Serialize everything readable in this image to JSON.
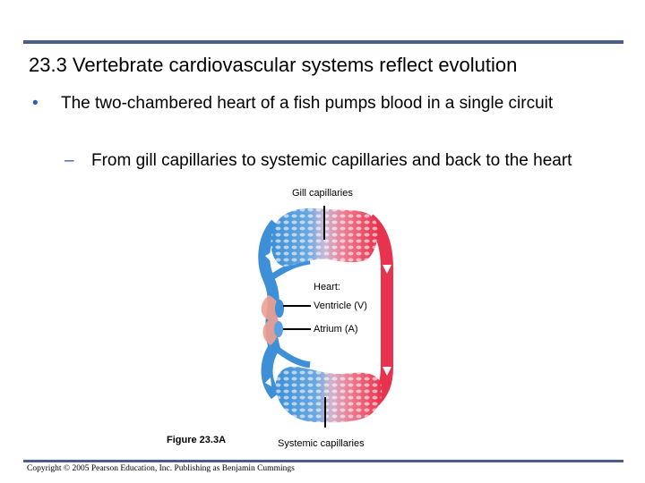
{
  "slide": {
    "title": "23.3 Vertebrate cardiovascular systems reflect evolution",
    "bullet_mark": "•",
    "bullet_text": "The two-chambered heart of a fish pumps blood in a single circuit",
    "sub_mark": "–",
    "sub_text": "From gill capillaries to systemic capillaries and back to the heart"
  },
  "diagram": {
    "labels": {
      "gill": "Gill capillaries",
      "heart": "Heart:",
      "ventricle": "Ventricle (V)",
      "atrium": "Atrium (A)",
      "systemic": "Systemic capillaries"
    },
    "colors": {
      "oxygenated": "#e8334f",
      "deoxygenated": "#3d8fd8",
      "capillary_mid": "#c9b8d6",
      "heart_tissue": "#f0a090"
    },
    "figure_label": "Figure 23.3A"
  },
  "footer": {
    "copyright": "Copyright © 2005 Pearson Education, Inc. Publishing as Benjamin Cummings"
  }
}
